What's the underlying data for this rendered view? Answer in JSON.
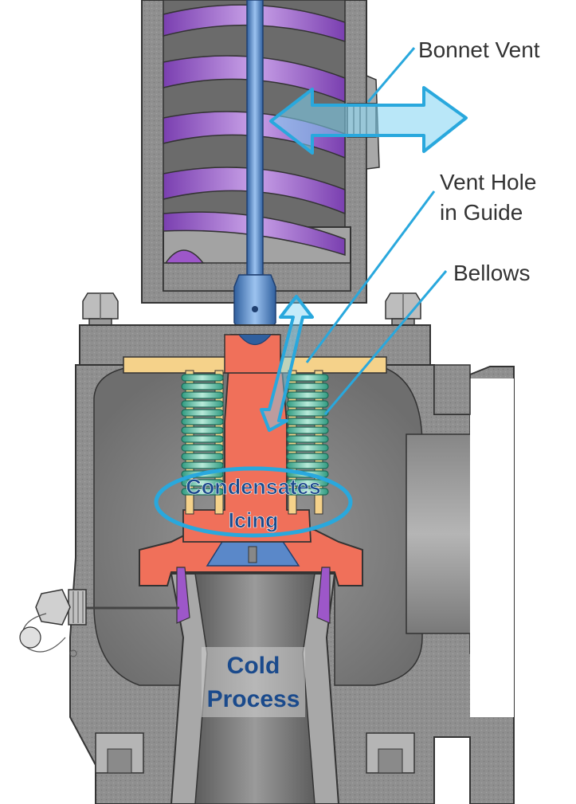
{
  "labels": {
    "bonnet_vent": "Bonnet Vent",
    "vent_hole_line1": "Vent Hole",
    "vent_hole_line2": "in Guide",
    "bellows": "Bellows",
    "condensates": "Condensates",
    "icing": "Icing",
    "cold": "Cold",
    "process": "Process"
  },
  "colors": {
    "body_gray": "#8f8f8f",
    "dark_gray": "#5a5a5a",
    "light_gray": "#c9c9c9",
    "spring": "#9d57c9",
    "stem": "#4a7ec0",
    "bellows": "#46b59a",
    "disc_holder": "#f0705a",
    "guide_plate": "#f5d28a",
    "arrow": "#29a8dd",
    "label_blue": "#1a4a8c",
    "callout_text": "#333333"
  }
}
